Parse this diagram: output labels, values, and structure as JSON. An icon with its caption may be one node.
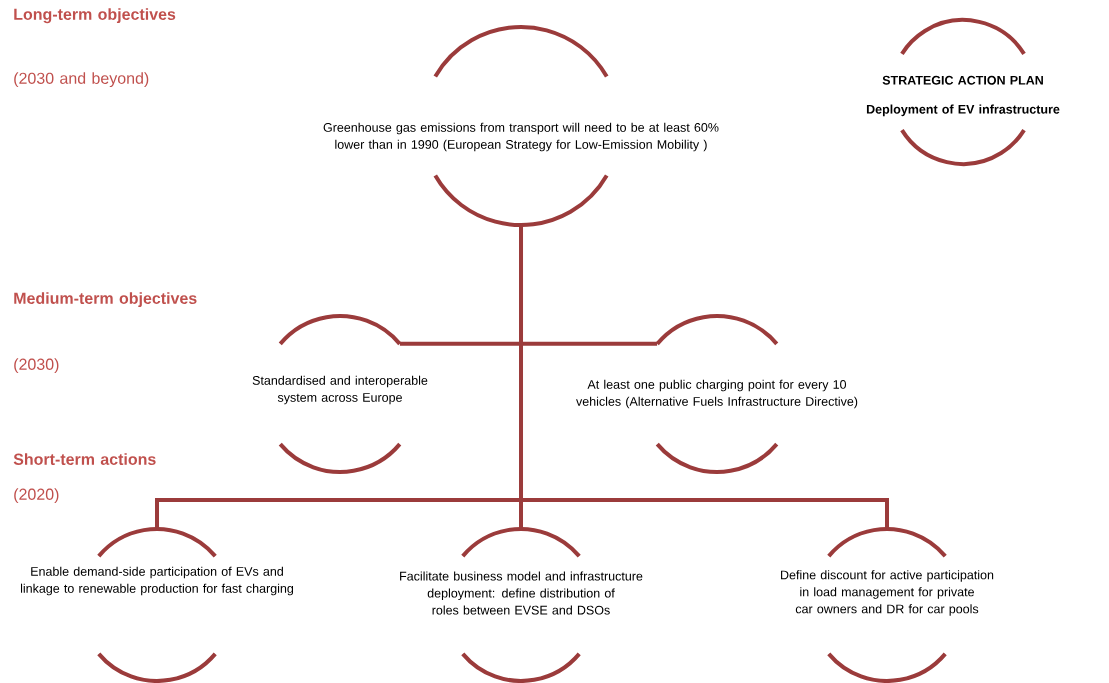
{
  "diagram": {
    "nodes": [
      {
        "text": [
          "STRATEGIC ACTION PLAN",
          "Deployment of EV infrastructure"
        ]
      },
      {
        "text": [
          "Greenhouse gas emissions from transport will need to be at least 60% lower than in 1990 (European Strategy for Low-Emission Mobility )"
        ]
      },
      {
        "text": [
          "Standardised and interoperable system across Europe"
        ]
      },
      {
        "text": [
          "At least one public charging point for every 10 vehicles (Alternative Fuels Infrastructure Directive)"
        ]
      },
      {
        "text": [
          "Enable demand-side participation of EVs and linkage to renewable production for fast charging"
        ]
      },
      {
        "text": [
          "Facilitate business model and infrastructure deployment: define distribution of roles between EVSE and DSOs"
        ]
      },
      {
        "text": [
          "Define discount for active participation in load management for private car owners and DR for car pools"
        ]
      }
    ],
    "edges": [
      {
        "from": 1,
        "to": 2,
        "arrow": "none"
      },
      {
        "from": 1,
        "to": 3,
        "arrow": "none"
      },
      {
        "from": 1,
        "to": 4,
        "arrow": "none"
      },
      {
        "from": 1,
        "to": 5,
        "arrow": "none"
      },
      {
        "from": 1,
        "to": 6,
        "arrow": "none"
      }
    ],
    "labels": [
      "Long-term objectives",
      "(2030 and beyond)",
      "Medium-term objectives",
      "(2030)",
      "Short-term actions",
      "(2020)"
    ]
  }
}
